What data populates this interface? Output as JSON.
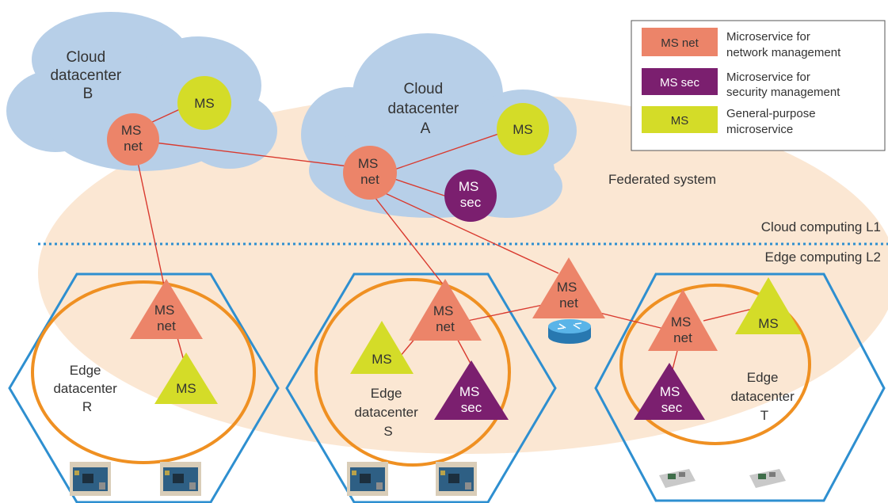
{
  "clouds": {
    "b": {
      "label_lines": [
        "Cloud",
        "datacenter",
        "B"
      ]
    },
    "a": {
      "label_lines": [
        "Cloud",
        "datacenter",
        "A"
      ]
    }
  },
  "federated_label": "Federated system",
  "layers": {
    "cloud": "Cloud computing L1",
    "edge": "Edge computing L2"
  },
  "edges": {
    "r": {
      "label_lines": [
        "Edge",
        "datacenter",
        "R"
      ]
    },
    "s": {
      "label_lines": [
        "Edge",
        "datacenter",
        "S"
      ]
    },
    "t": {
      "label_lines": [
        "Edge",
        "datacenter",
        "T"
      ]
    }
  },
  "node_text": {
    "ms_net": [
      "MS",
      "net"
    ],
    "ms_sec": [
      "MS",
      "sec"
    ],
    "ms": "MS"
  },
  "legend": {
    "items": [
      {
        "badge": "MS net",
        "text_lines": [
          "Microservice for",
          "network management"
        ]
      },
      {
        "badge": "MS sec",
        "text_lines": [
          "Microservice for",
          "security management"
        ]
      },
      {
        "badge": "MS",
        "text_lines": [
          "General-purpose",
          "microservice"
        ]
      }
    ]
  },
  "colors": {
    "ms_net": "#ec8469",
    "ms_sec": "#7b1f6f",
    "ms_general": "#d4dc28",
    "cloud": "#b7cfe8",
    "federation": "#fbe7d3",
    "hexagon_stroke": "#2e8fd0",
    "circle_stroke": "#ef9022",
    "link": "#d93a2f",
    "router": "#3a9ed8"
  },
  "icons": [
    "router-icon",
    "raspberry-board-icon",
    "sensor-module-icon"
  ]
}
